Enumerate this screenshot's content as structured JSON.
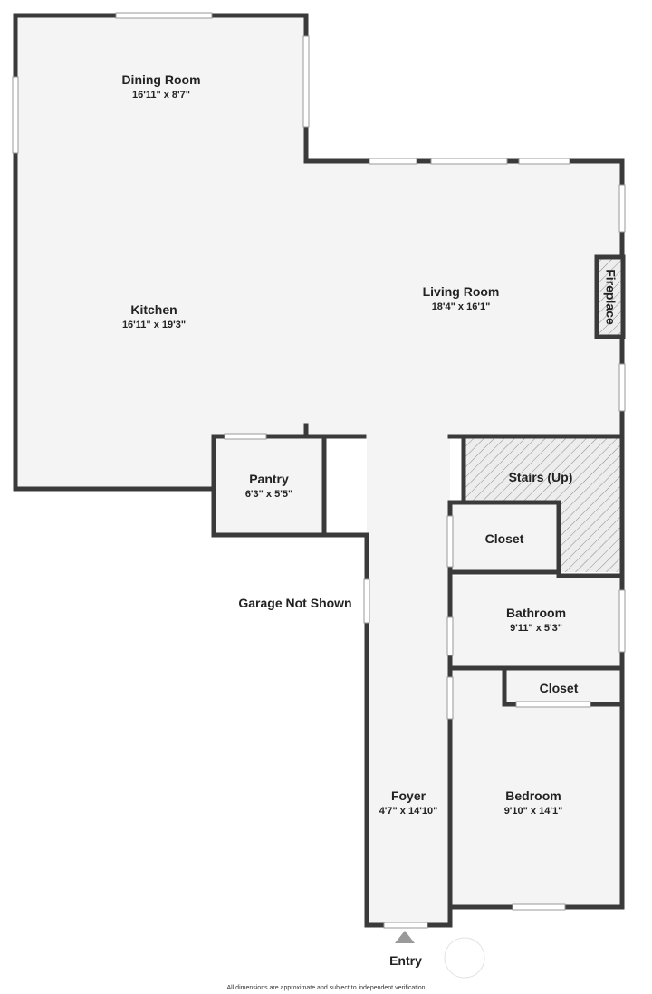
{
  "rooms": {
    "dining": {
      "name": "Dining Room",
      "dims": "16'11\" x 8'7\""
    },
    "kitchen": {
      "name": "Kitchen",
      "dims": "16'11\" x 19'3\""
    },
    "living": {
      "name": "Living Room",
      "dims": "18'4\" x 16'1\""
    },
    "fireplace": {
      "name": "Fireplace"
    },
    "pantry": {
      "name": "Pantry",
      "dims": "6'3\" x 5'5\""
    },
    "stairs": {
      "name": "Stairs (Up)"
    },
    "closet1": {
      "name": "Closet"
    },
    "bathroom": {
      "name": "Bathroom",
      "dims": "9'11\" x 5'3\""
    },
    "closet2": {
      "name": "Closet"
    },
    "bedroom": {
      "name": "Bedroom",
      "dims": "9'10\" x 14'1\""
    },
    "foyer": {
      "name": "Foyer",
      "dims": "4'7\" x 14'10\""
    }
  },
  "labels": {
    "garage": "Garage Not Shown",
    "entry": "Entry"
  },
  "footer": {
    "disclaimer": "All dimensions are approximate and subject to independent verification"
  },
  "colors": {
    "wall": "#3a3a3a",
    "floor": "#f4f4f4",
    "entry_marker": "#9a9a9a"
  }
}
